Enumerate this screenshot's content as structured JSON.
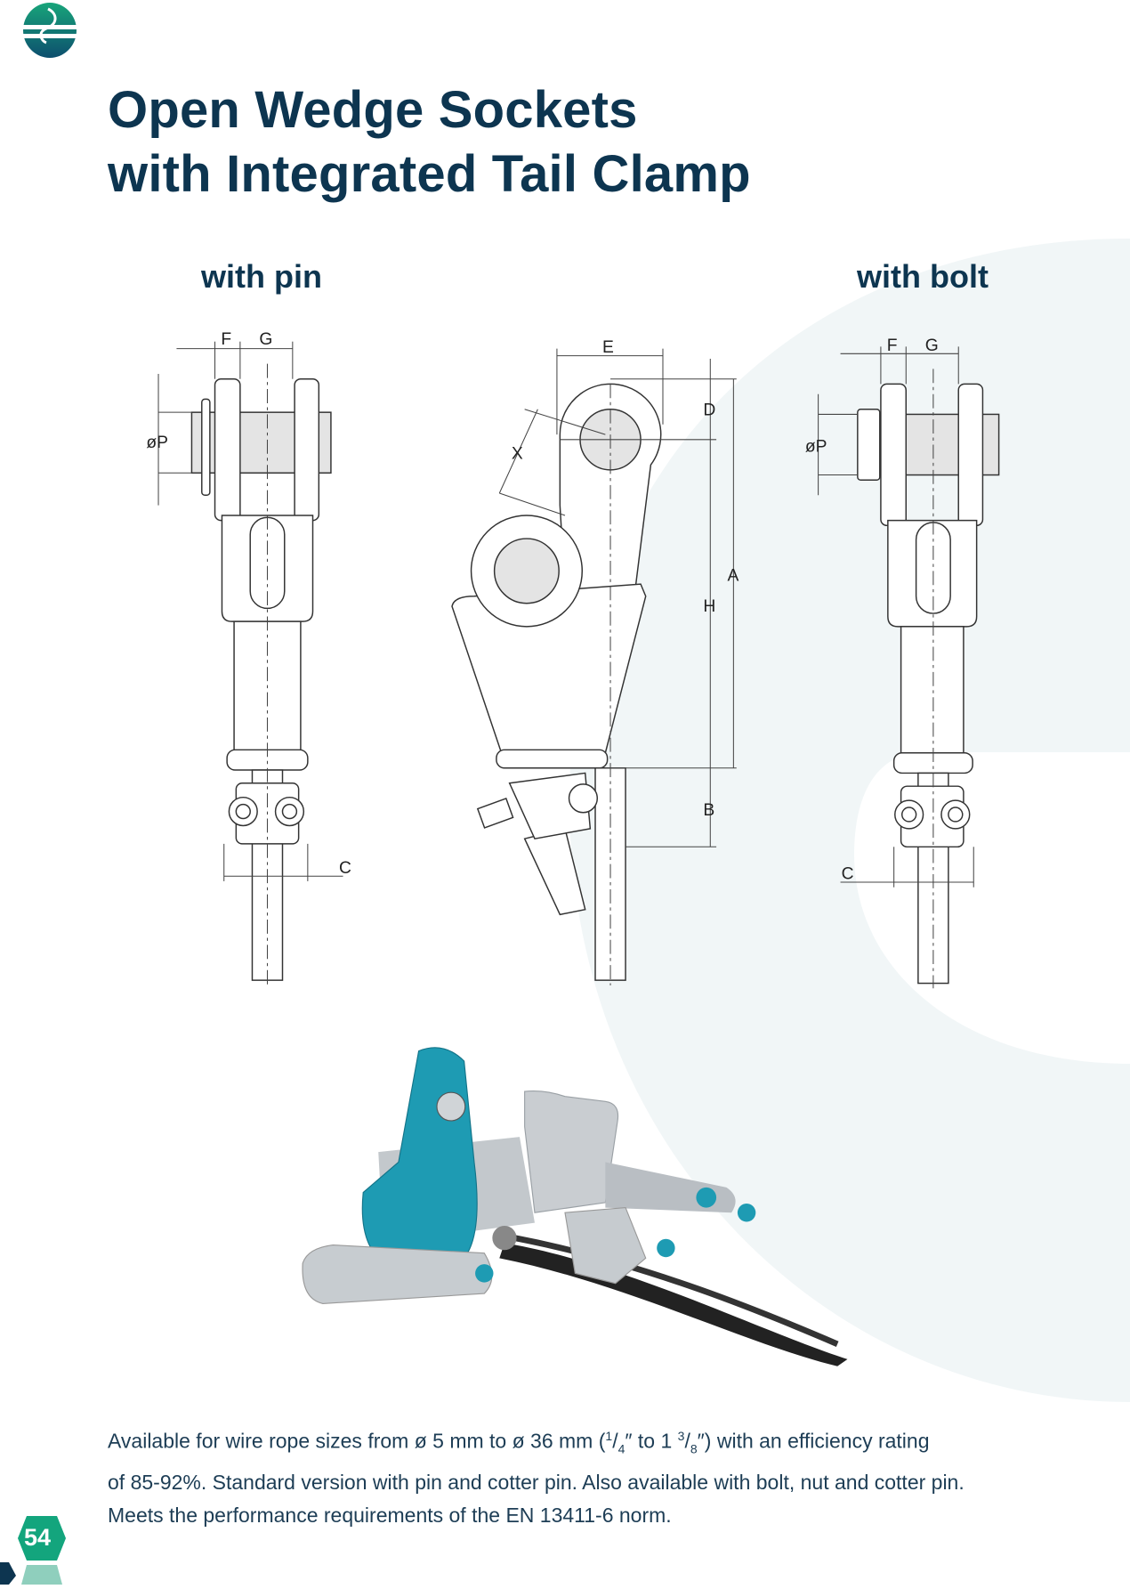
{
  "header": {
    "logo": "company-logo"
  },
  "title": {
    "line1": "Open Wedge Sockets",
    "line2": "with Integrated Tail Clamp"
  },
  "variants": {
    "pin": "with pin",
    "bolt": "with bolt"
  },
  "dimensions": {
    "F": "F",
    "G": "G",
    "P": "øP",
    "C": "C",
    "E": "E",
    "D": "D",
    "X": "X",
    "A": "A",
    "H": "H",
    "B": "B"
  },
  "description": {
    "line1_a": "Available for wire rope sizes from ø 5 mm to ø 36 mm (",
    "frac1_num": "1",
    "frac1_den": "4",
    "line1_b": "″ to 1 ",
    "frac2_num": "3",
    "frac2_den": "8",
    "line1_c": "″) with an efficiency rating",
    "line2": "of 85-92%. Standard version with pin and cotter pin. Also available with bolt, nut and cotter pin.",
    "line3": "Meets the performance requirements of the EN 13411-6 norm."
  },
  "page": {
    "number": "54"
  },
  "colors": {
    "navy": "#0d3550",
    "teal": "#13a57d",
    "blue_socket": "#1e9bb3",
    "bg_shape": "#eef4f5"
  }
}
